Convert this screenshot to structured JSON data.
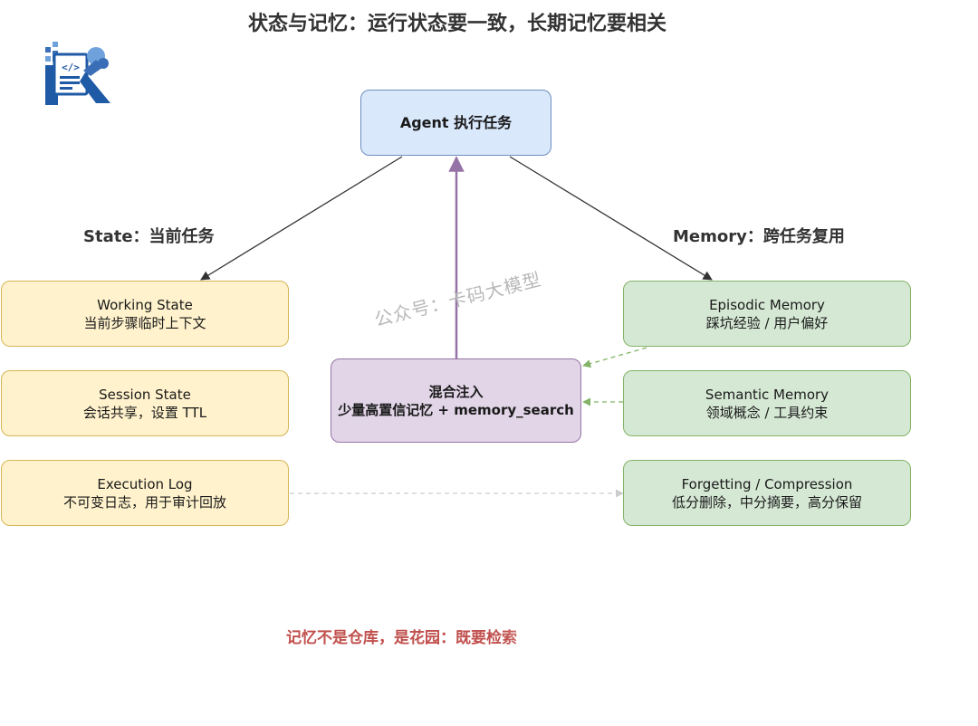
{
  "title": "状态与记忆：运行状态要一致，长期记忆要相关",
  "agent": {
    "label": "Agent 执行任务"
  },
  "state_label": "State：当前任务",
  "memory_label": "Memory：跨任务复用",
  "state_boxes": [
    {
      "title": "Working State",
      "desc": "当前步骤临时上下文"
    },
    {
      "title": "Session State",
      "desc": "会话共享，设置 TTL"
    },
    {
      "title": "Execution Log",
      "desc": "不可变日志，用于审计回放"
    }
  ],
  "memory_boxes": [
    {
      "title": "Episodic Memory",
      "desc": "踩坑经验 / 用户偏好"
    },
    {
      "title": "Semantic Memory",
      "desc": "领域概念 / 工具约束"
    },
    {
      "title": "Forgetting / Compression",
      "desc": "低分删除，中分摘要，高分保留"
    }
  ],
  "mix": {
    "title": "混合注入",
    "desc": "少量高置信记忆 + memory_search"
  },
  "watermark": "公众号：卡码大模型",
  "caption": "记忆不是仓库，是花园：既要检索",
  "colors": {
    "agent_fill": "#dae8fc",
    "state_fill": "#fff2cc",
    "memory_fill": "#d5e8d4",
    "mix_fill": "#e1d5e7",
    "mix_arrow": "#9673a6",
    "memory_arrow": "#82b366",
    "caption": "#c0504d"
  }
}
